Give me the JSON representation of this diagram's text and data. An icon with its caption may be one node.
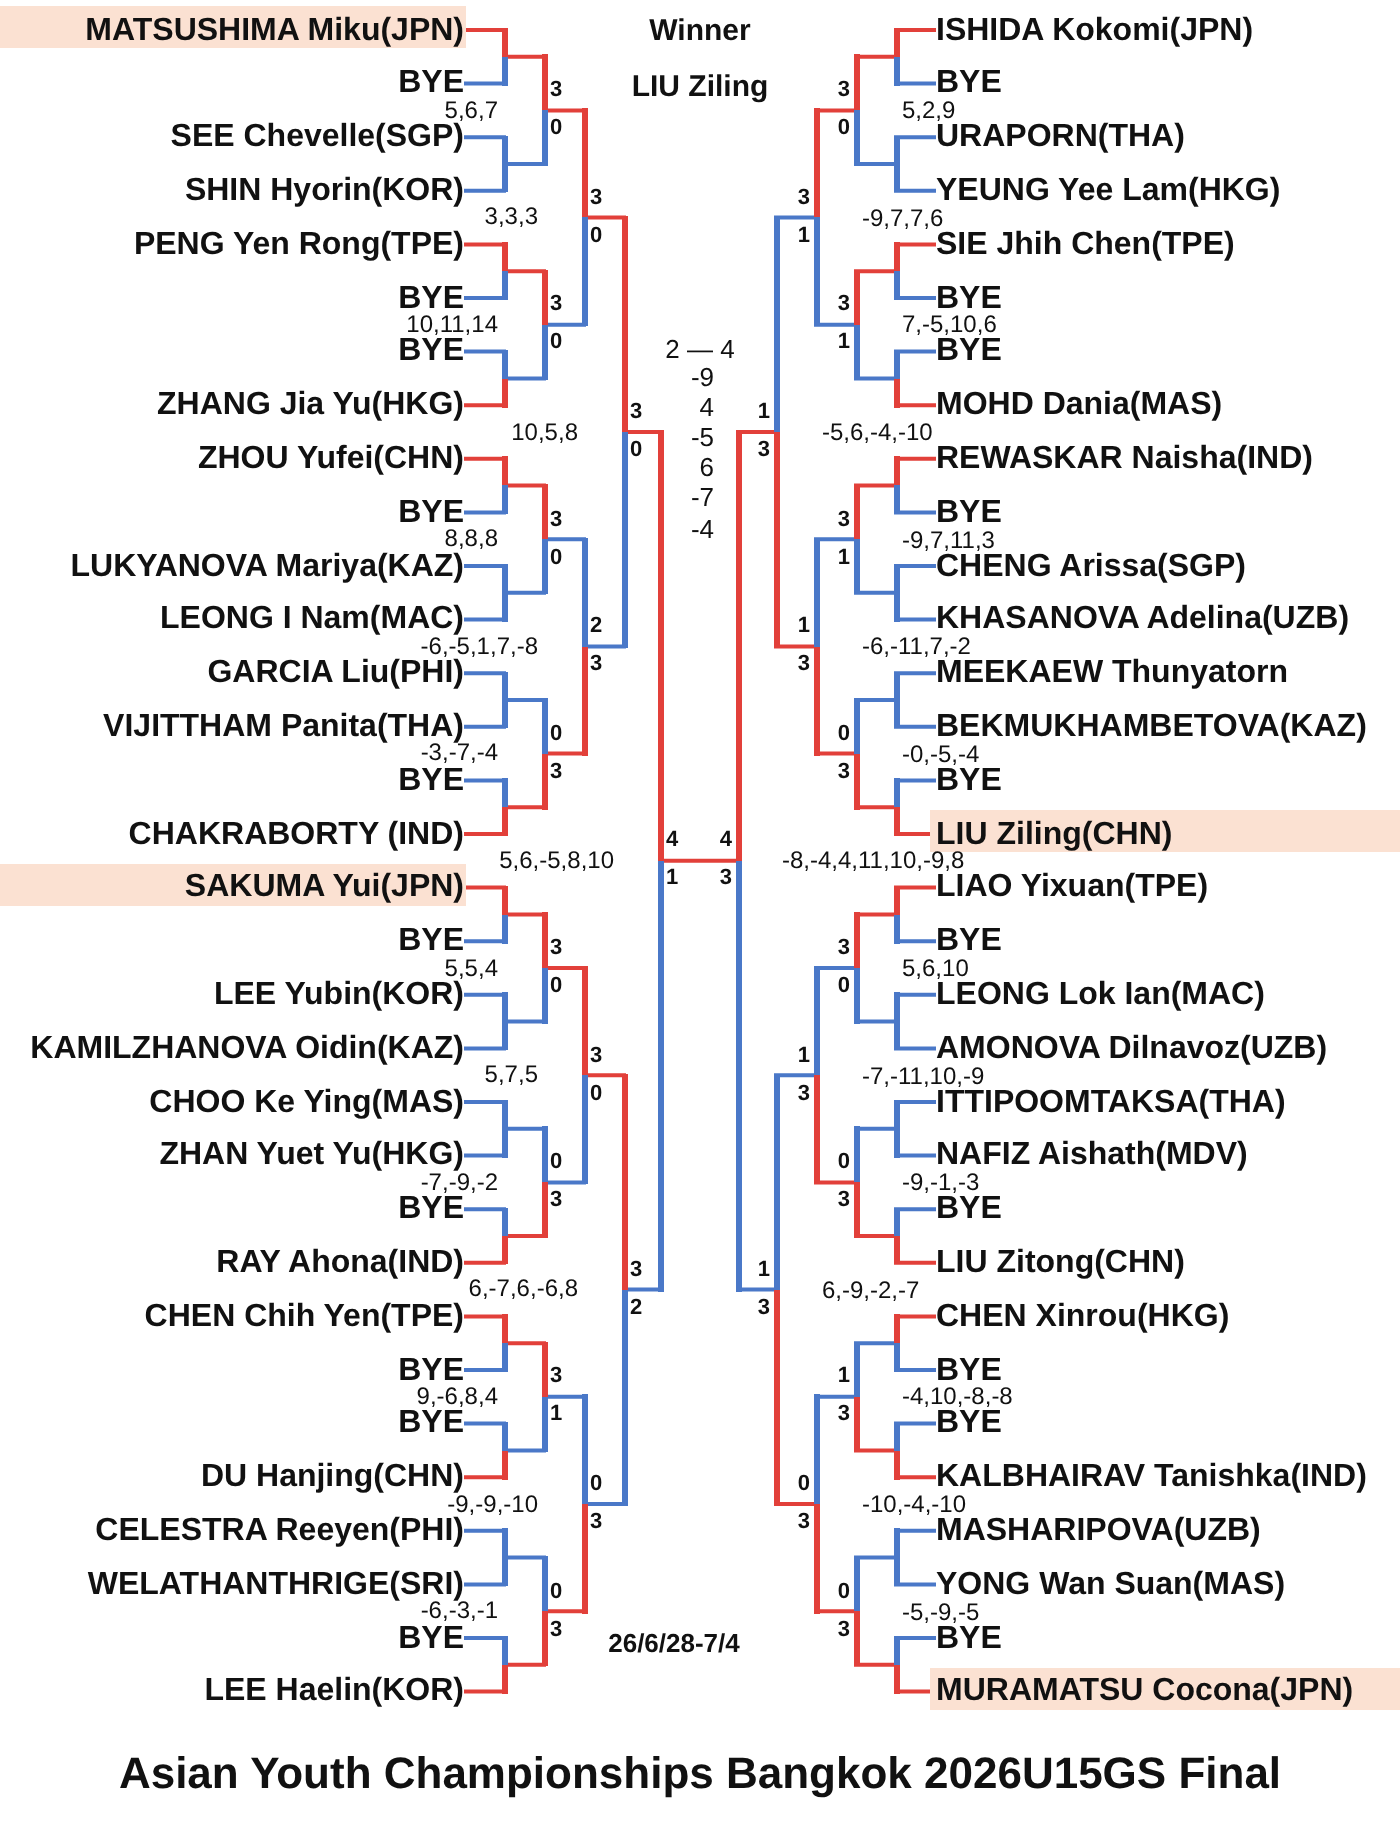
{
  "diagram": {
    "title": "Asian Youth Championships Bangkok 2026U15GS Final",
    "nodes": [
      {
        "text": [],
        "shape": "box"
      },
      {
        "text": [
          "MATSUSHIMA Miku(JPN)"
        ],
        "in": 0
      },
      {
        "text": [
          "BYE"
        ]
      },
      {
        "text": [
          "SEE Chevelle(SGP)"
        ]
      },
      {
        "text": [
          "SHIN Hyorin(KOR)"
        ]
      },
      {
        "text": [
          "PENG Yen Rong(TPE)"
        ]
      },
      {
        "text": [
          "BYE"
        ]
      },
      {
        "text": [
          "BYE"
        ]
      },
      {
        "text": [
          "ZHANG Jia Yu(HKG)"
        ]
      },
      {
        "text": [
          "ZHOU Yufei(CHN)"
        ]
      },
      {
        "text": [
          "BYE"
        ]
      },
      {
        "text": [
          "LUKYANOVA Mariya(KAZ)"
        ]
      },
      {
        "text": [
          "LEONG I Nam(MAC)"
        ]
      },
      {
        "text": [
          "GARCIA Liu(PHI)"
        ]
      },
      {
        "text": [
          "VIJITTHAM Panita(THA)"
        ]
      },
      {
        "text": [
          "BYE"
        ]
      },
      {
        "text": [
          "CHAKRABORTY (IND)"
        ]
      },
      {
        "text": [],
        "shape": "box"
      },
      {
        "text": [
          "SAKUMA Yui(JPN)"
        ],
        "in": 17
      },
      {
        "text": [
          "BYE"
        ]
      },
      {
        "text": [
          "LEE Yubin(KOR)"
        ]
      },
      {
        "text": [
          "KAMILZHANOVA Oidin(KAZ)"
        ]
      },
      {
        "text": [
          "CHOO Ke Ying(MAS)"
        ]
      },
      {
        "text": [
          "ZHAN Yuet Yu(HKG)"
        ]
      },
      {
        "text": [
          "BYE"
        ]
      },
      {
        "text": [
          "RAY Ahona(IND)"
        ]
      },
      {
        "text": [
          "CHEN Chih Yen(TPE)"
        ]
      },
      {
        "text": [
          "BYE"
        ]
      },
      {
        "text": [
          "BYE"
        ]
      },
      {
        "text": [
          "DU Hanjing(CHN)"
        ]
      },
      {
        "text": [
          "CELESTRA Reeyen(PHI)"
        ]
      },
      {
        "text": [
          "WELATHANTHRIGE(SRI)"
        ]
      },
      {
        "text": [
          "BYE"
        ]
      },
      {
        "text": [
          "LEE Haelin(KOR)"
        ]
      },
      {
        "text": [
          "ISHIDA Kokomi(JPN)"
        ]
      },
      {
        "text": [
          "BYE"
        ]
      },
      {
        "text": [
          "URAPORN(THA)"
        ]
      },
      {
        "text": [
          "YEUNG Yee Lam(HKG)"
        ]
      },
      {
        "text": [
          "SIE Jhih Chen(TPE)"
        ]
      },
      {
        "text": [
          "BYE"
        ]
      },
      {
        "text": [
          "BYE"
        ]
      },
      {
        "text": [
          "MOHD Dania(MAS)"
        ]
      },
      {
        "text": [
          "REWASKAR Naisha(IND)"
        ]
      },
      {
        "text": [
          "BYE"
        ]
      },
      {
        "text": [
          "CHENG Arissa(SGP)"
        ]
      },
      {
        "text": [
          "KHASANOVA Adelina(UZB)"
        ]
      },
      {
        "text": [
          "MEEKAEW Thunyatorn"
        ]
      },
      {
        "text": [
          "BEKMUKHAMBETOVA(KAZ)"
        ]
      },
      {
        "text": [
          "BYE"
        ]
      },
      {
        "text": [],
        "shape": "box"
      },
      {
        "text": [
          "LIU Ziling(CHN)"
        ],
        "in": 49
      },
      {
        "text": [
          "LIAO Yixuan(TPE)"
        ]
      },
      {
        "text": [
          "BYE"
        ]
      },
      {
        "text": [
          "LEONG Lok Ian(MAC)"
        ]
      },
      {
        "text": [
          "AMONOVA Dilnavoz(UZB)"
        ]
      },
      {
        "text": [
          "ITTIPOOMTAKSA(THA)"
        ]
      },
      {
        "text": [
          "NAFIZ Aishath(MDV)"
        ]
      },
      {
        "text": [
          "BYE"
        ]
      },
      {
        "text": [
          "LIU Zitong(CHN)"
        ]
      },
      {
        "text": [
          "CHEN Xinrou(HKG)"
        ]
      },
      {
        "text": [
          "BYE"
        ]
      },
      {
        "text": [
          "BYE"
        ]
      },
      {
        "text": [
          "KALBHAIRAV Tanishka(IND)"
        ]
      },
      {
        "text": [
          "MASHARIPOVA(UZB)"
        ]
      },
      {
        "text": [
          "YONG Wan Suan(MAS)"
        ]
      },
      {
        "text": [
          "BYE"
        ]
      },
      {
        "text": [],
        "shape": "box"
      },
      {
        "text": [
          "MURAMATSU Cocona(JPN)"
        ],
        "in": 66
      },
      {
        "text": [],
        "shape": "bar"
      },
      {
        "text": [],
        "shape": "bar"
      },
      {
        "text": [],
        "shape": "bar"
      },
      {
        "text": [],
        "shape": "bar"
      },
      {
        "text": [],
        "shape": "bar"
      },
      {
        "text": [],
        "shape": "bar"
      },
      {
        "text": [],
        "shape": "bar"
      },
      {
        "text": [],
        "shape": "bar"
      },
      {
        "text": [],
        "shape": "bar"
      },
      {
        "text": [],
        "shape": "bar"
      },
      {
        "text": [],
        "shape": "bar"
      },
      {
        "text": [],
        "shape": "bar"
      },
      {
        "text": [],
        "shape": "bar"
      },
      {
        "text": [],
        "shape": "bar"
      },
      {
        "text": [],
        "shape": "bar"
      },
      {
        "text": [],
        "shape": "bar"
      },
      {
        "text": [],
        "shape": "bar",
        "beside": [
          "3",
          "0"
        ]
      },
      {
        "text": [],
        "shape": "bar",
        "beside": [
          "3",
          "0"
        ]
      },
      {
        "text": [],
        "shape": "bar",
        "beside": [
          "3",
          "0"
        ]
      },
      {
        "text": [],
        "shape": "bar",
        "beside": [
          "0",
          "3"
        ]
      },
      {
        "text": [],
        "shape": "bar",
        "beside": [
          "3",
          "0"
        ]
      },
      {
        "text": [],
        "shape": "bar",
        "beside": [
          "0",
          "3"
        ]
      },
      {
        "text": [],
        "shape": "bar",
        "beside": [
          "3",
          "1"
        ]
      },
      {
        "text": [],
        "shape": "bar",
        "beside": [
          "0",
          "3"
        ]
      },
      {
        "text": [],
        "shape": "bar",
        "beside": [
          "3",
          "0"
        ]
      },
      {
        "text": [],
        "shape": "bar",
        "beside": [
          "2",
          "3"
        ]
      },
      {
        "text": [],
        "shape": "bar",
        "beside": [
          "3",
          "0"
        ]
      },
      {
        "text": [],
        "shape": "bar",
        "beside": [
          "0",
          "3"
        ]
      },
      {
        "text": [],
        "shape": "bar",
        "beside": [
          "3",
          "0"
        ]
      },
      {
        "text": [],
        "shape": "bar",
        "beside": [
          "3",
          "2"
        ]
      },
      {
        "text": [],
        "shape": "bar",
        "beside": [
          "4",
          "1"
        ]
      },
      {
        "text": [],
        "shape": "bar"
      },
      {
        "text": [],
        "shape": "bar"
      },
      {
        "text": [],
        "shape": "bar"
      },
      {
        "text": [],
        "shape": "bar"
      },
      {
        "text": [],
        "shape": "bar"
      },
      {
        "text": [],
        "shape": "bar"
      },
      {
        "text": [],
        "shape": "bar"
      },
      {
        "text": [],
        "shape": "bar"
      },
      {
        "text": [],
        "shape": "bar"
      },
      {
        "text": [],
        "shape": "bar"
      },
      {
        "text": [],
        "shape": "bar"
      },
      {
        "text": [],
        "shape": "bar"
      },
      {
        "text": [],
        "shape": "bar"
      },
      {
        "text": [],
        "shape": "bar"
      },
      {
        "text": [],
        "shape": "bar"
      },
      {
        "text": [],
        "shape": "bar"
      },
      {
        "text": [],
        "shape": "bar",
        "beside": [
          "3",
          "0"
        ]
      },
      {
        "text": [],
        "shape": "bar",
        "beside": [
          "3",
          "1"
        ]
      },
      {
        "text": [],
        "shape": "bar",
        "beside": [
          "3",
          "1"
        ]
      },
      {
        "text": [],
        "shape": "bar",
        "beside": [
          "0",
          "3"
        ]
      },
      {
        "text": [],
        "shape": "bar",
        "beside": [
          "3",
          "0"
        ]
      },
      {
        "text": [],
        "shape": "bar",
        "beside": [
          "0",
          "3"
        ]
      },
      {
        "text": [],
        "shape": "bar",
        "beside": [
          "1",
          "3"
        ]
      },
      {
        "text": [],
        "shape": "bar",
        "beside": [
          "0",
          "3"
        ]
      },
      {
        "text": [],
        "shape": "bar",
        "beside": [
          "3",
          "1"
        ]
      },
      {
        "text": [],
        "shape": "bar",
        "beside": [
          "1",
          "3"
        ]
      },
      {
        "text": [],
        "shape": "bar",
        "beside": [
          "1",
          "3"
        ]
      },
      {
        "text": [],
        "shape": "bar",
        "beside": [
          "0",
          "3"
        ]
      },
      {
        "text": [],
        "shape": "bar",
        "beside": [
          "1",
          "3"
        ]
      },
      {
        "text": [],
        "shape": "bar",
        "beside": [
          "1",
          "3"
        ]
      },
      {
        "text": [],
        "shape": "bar",
        "beside": [
          "4",
          "3"
        ]
      }
    ],
    "edges": [
      {
        "from": 1,
        "to": 68,
        "arrow": "none",
        "color": "#e2403a"
      },
      {
        "from": 2,
        "to": 68,
        "arrow": "none"
      },
      {
        "from": 3,
        "to": 69,
        "arrow": "none"
      },
      {
        "from": 4,
        "to": 69,
        "arrow": "none"
      },
      {
        "from": 5,
        "to": 70,
        "arrow": "none",
        "color": "#e2403a"
      },
      {
        "from": 6,
        "to": 70,
        "arrow": "none"
      },
      {
        "from": 7,
        "to": 71,
        "arrow": "none"
      },
      {
        "from": 8,
        "to": 71,
        "arrow": "none",
        "color": "#e2403a"
      },
      {
        "from": 9,
        "to": 72,
        "arrow": "none",
        "color": "#e2403a"
      },
      {
        "from": 10,
        "to": 72,
        "arrow": "none"
      },
      {
        "from": 11,
        "to": 73,
        "arrow": "none"
      },
      {
        "from": 12,
        "to": 73,
        "arrow": "none"
      },
      {
        "from": 13,
        "to": 74,
        "arrow": "none"
      },
      {
        "from": 14,
        "to": 74,
        "arrow": "none"
      },
      {
        "from": 15,
        "to": 75,
        "arrow": "none"
      },
      {
        "from": 16,
        "to": 75,
        "arrow": "none",
        "color": "#e2403a"
      },
      {
        "from": 18,
        "to": 76,
        "arrow": "none",
        "color": "#e2403a"
      },
      {
        "from": 19,
        "to": 76,
        "arrow": "none"
      },
      {
        "from": 20,
        "to": 77,
        "arrow": "none"
      },
      {
        "from": 21,
        "to": 77,
        "arrow": "none"
      },
      {
        "from": 22,
        "to": 78,
        "arrow": "none"
      },
      {
        "from": 23,
        "to": 78,
        "arrow": "none"
      },
      {
        "from": 24,
        "to": 79,
        "arrow": "none"
      },
      {
        "from": 25,
        "to": 79,
        "arrow": "none",
        "color": "#e2403a"
      },
      {
        "from": 26,
        "to": 80,
        "arrow": "none",
        "color": "#e2403a"
      },
      {
        "from": 27,
        "to": 80,
        "arrow": "none"
      },
      {
        "from": 28,
        "to": 81,
        "arrow": "none"
      },
      {
        "from": 29,
        "to": 81,
        "arrow": "none",
        "color": "#e2403a"
      },
      {
        "from": 30,
        "to": 82,
        "arrow": "none"
      },
      {
        "from": 31,
        "to": 82,
        "arrow": "none"
      },
      {
        "from": 32,
        "to": 83,
        "arrow": "none"
      },
      {
        "from": 33,
        "to": 83,
        "arrow": "none",
        "color": "#e2403a"
      },
      {
        "from": 68,
        "to": 84,
        "arrow": "none",
        "color": "#e2403a"
      },
      {
        "from": 69,
        "to": 84,
        "arrow": "none"
      },
      {
        "from": 70,
        "to": 85,
        "arrow": "none",
        "color": "#e2403a"
      },
      {
        "from": 71,
        "to": 85,
        "arrow": "none"
      },
      {
        "from": 72,
        "to": 86,
        "arrow": "none",
        "color": "#e2403a"
      },
      {
        "from": 73,
        "to": 86,
        "arrow": "none"
      },
      {
        "from": 74,
        "to": 87,
        "arrow": "none"
      },
      {
        "from": 75,
        "to": 87,
        "arrow": "none",
        "color": "#e2403a"
      },
      {
        "from": 76,
        "to": 88,
        "arrow": "none",
        "color": "#e2403a"
      },
      {
        "from": 77,
        "to": 88,
        "arrow": "none"
      },
      {
        "from": 78,
        "to": 89,
        "arrow": "none"
      },
      {
        "from": 79,
        "to": 89,
        "arrow": "none",
        "color": "#e2403a"
      },
      {
        "from": 80,
        "to": 90,
        "arrow": "none",
        "color": "#e2403a"
      },
      {
        "from": 81,
        "to": 90,
        "arrow": "none"
      },
      {
        "from": 82,
        "to": 91,
        "arrow": "none"
      },
      {
        "from": 83,
        "to": 91,
        "arrow": "none",
        "color": "#e2403a"
      },
      {
        "from": 84,
        "to": 92,
        "arrow": "none",
        "color": "#e2403a"
      },
      {
        "from": 85,
        "to": 92,
        "arrow": "none"
      },
      {
        "from": 86,
        "to": 93,
        "arrow": "none"
      },
      {
        "from": 87,
        "to": 93,
        "arrow": "none",
        "color": "#e2403a"
      },
      {
        "from": 88,
        "to": 94,
        "arrow": "none",
        "color": "#e2403a"
      },
      {
        "from": 89,
        "to": 94,
        "arrow": "none"
      },
      {
        "from": 90,
        "to": 95,
        "arrow": "none"
      },
      {
        "from": 91,
        "to": 95,
        "arrow": "none",
        "color": "#e2403a"
      },
      {
        "from": 92,
        "to": 96,
        "arrow": "none",
        "color": "#e2403a"
      },
      {
        "from": 93,
        "to": 96,
        "arrow": "none"
      },
      {
        "from": 94,
        "to": 97,
        "arrow": "none",
        "color": "#e2403a"
      },
      {
        "from": 95,
        "to": 97,
        "arrow": "none"
      },
      {
        "from": 96,
        "to": 98,
        "arrow": "none",
        "color": "#e2403a"
      },
      {
        "from": 97,
        "to": 98,
        "arrow": "none"
      },
      {
        "from": 34,
        "to": 99,
        "arrow": "none",
        "color": "#e2403a"
      },
      {
        "from": 35,
        "to": 99,
        "arrow": "none"
      },
      {
        "from": 36,
        "to": 100,
        "arrow": "none"
      },
      {
        "from": 37,
        "to": 100,
        "arrow": "none"
      },
      {
        "from": 38,
        "to": 101,
        "arrow": "none",
        "color": "#e2403a"
      },
      {
        "from": 39,
        "to": 101,
        "arrow": "none"
      },
      {
        "from": 40,
        "to": 102,
        "arrow": "none"
      },
      {
        "from": 41,
        "to": 102,
        "arrow": "none",
        "color": "#e2403a"
      },
      {
        "from": 42,
        "to": 103,
        "arrow": "none",
        "color": "#e2403a"
      },
      {
        "from": 43,
        "to": 103,
        "arrow": "none"
      },
      {
        "from": 44,
        "to": 104,
        "arrow": "none"
      },
      {
        "from": 45,
        "to": 104,
        "arrow": "none"
      },
      {
        "from": 46,
        "to": 105,
        "arrow": "none"
      },
      {
        "from": 47,
        "to": 105,
        "arrow": "none"
      },
      {
        "from": 48,
        "to": 106,
        "arrow": "none"
      },
      {
        "from": 50,
        "to": 106,
        "arrow": "none",
        "color": "#e2403a"
      },
      {
        "from": 51,
        "to": 107,
        "arrow": "none",
        "color": "#e2403a"
      },
      {
        "from": 52,
        "to": 107,
        "arrow": "none"
      },
      {
        "from": 53,
        "to": 108,
        "arrow": "none"
      },
      {
        "from": 54,
        "to": 108,
        "arrow": "none"
      },
      {
        "from": 55,
        "to": 109,
        "arrow": "none"
      },
      {
        "from": 56,
        "to": 109,
        "arrow": "none"
      },
      {
        "from": 57,
        "to": 110,
        "arrow": "none"
      },
      {
        "from": 58,
        "to": 110,
        "arrow": "none",
        "color": "#e2403a"
      },
      {
        "from": 59,
        "to": 111,
        "arrow": "none",
        "color": "#e2403a"
      },
      {
        "from": 60,
        "to": 111,
        "arrow": "none"
      },
      {
        "from": 61,
        "to": 112,
        "arrow": "none"
      },
      {
        "from": 62,
        "to": 112,
        "arrow": "none",
        "color": "#e2403a"
      },
      {
        "from": 63,
        "to": 113,
        "arrow": "none"
      },
      {
        "from": 64,
        "to": 113,
        "arrow": "none"
      },
      {
        "from": 65,
        "to": 114,
        "arrow": "none"
      },
      {
        "from": 67,
        "to": 114,
        "arrow": "none",
        "color": "#e2403a"
      },
      {
        "from": 99,
        "to": 115,
        "arrow": "none",
        "color": "#e2403a"
      },
      {
        "from": 100,
        "to": 115,
        "arrow": "none"
      },
      {
        "from": 101,
        "to": 116,
        "arrow": "none",
        "color": "#e2403a"
      },
      {
        "from": 102,
        "to": 116,
        "arrow": "none"
      },
      {
        "from": 103,
        "to": 117,
        "arrow": "none",
        "color": "#e2403a"
      },
      {
        "from": 104,
        "to": 117,
        "arrow": "none"
      },
      {
        "from": 105,
        "to": 118,
        "arrow": "none"
      },
      {
        "from": 106,
        "to": 118,
        "arrow": "none",
        "color": "#e2403a"
      },
      {
        "from": 107,
        "to": 119,
        "arrow": "none",
        "color": "#e2403a"
      },
      {
        "from": 108,
        "to": 119,
        "arrow": "none"
      },
      {
        "from": 109,
        "to": 120,
        "arrow": "none"
      },
      {
        "from": 110,
        "to": 120,
        "arrow": "none",
        "color": "#e2403a"
      },
      {
        "from": 111,
        "to": 121,
        "arrow": "none"
      },
      {
        "from": 112,
        "to": 121,
        "arrow": "none",
        "color": "#e2403a"
      },
      {
        "from": 113,
        "to": 122,
        "arrow": "none"
      },
      {
        "from": 114,
        "to": 122,
        "arrow": "none",
        "color": "#e2403a"
      },
      {
        "from": 115,
        "to": 123,
        "arrow": "none",
        "color": "#e2403a"
      },
      {
        "from": 116,
        "to": 123,
        "arrow": "none"
      },
      {
        "from": 117,
        "to": 124,
        "arrow": "none"
      },
      {
        "from": 118,
        "to": 124,
        "arrow": "none",
        "color": "#e2403a"
      },
      {
        "from": 119,
        "to": 125,
        "arrow": "none"
      },
      {
        "from": 120,
        "to": 125,
        "arrow": "none",
        "color": "#e2403a"
      },
      {
        "from": 121,
        "to": 126,
        "arrow": "none"
      },
      {
        "from": 122,
        "to": 126,
        "arrow": "none",
        "color": "#e2403a"
      },
      {
        "from": 123,
        "to": 127,
        "arrow": "none"
      },
      {
        "from": 124,
        "to": 127,
        "arrow": "none",
        "color": "#e2403a"
      },
      {
        "from": 125,
        "to": 128,
        "arrow": "none"
      },
      {
        "from": 126,
        "to": 128,
        "arrow": "none",
        "color": "#e2403a"
      },
      {
        "from": 127,
        "to": 129,
        "arrow": "none",
        "color": "#e2403a"
      },
      {
        "from": 128,
        "to": 129,
        "arrow": "none"
      },
      {
        "from": 98,
        "to": 129,
        "arrow": "none",
        "color": "#e2403a"
      }
    ],
    "labels": [
      "Winner",
      "LIU Ziling",
      "2 — 4",
      "-9",
      "4",
      "-5",
      "6",
      "-7",
      "-4",
      "5,6,7",
      "3,3,3",
      "10,11,14",
      "10,5,8",
      "8,8,8",
      "-6,-5,1,7,-8",
      "-3,-7,-4",
      "5,6,-5,8,10",
      "5,5,4",
      "5,7,5",
      "-7,-9,-2",
      "6,-7,6,-6,8",
      "9,-6,8,4",
      "-9,-9,-10",
      "-6,-3,-1",
      "5,2,9",
      "-9,7,7,6",
      "7,-5,10,6",
      "-5,6,-4,-10",
      "-9,7,11,3",
      "-6,-11,7,-2",
      "-0,-5,-4",
      "-8,-4,4,11,10,-9,8",
      "5,6,10",
      "-7,-11,10,-9",
      "-9,-1,-3",
      "6,-9,-2,-7",
      "-4,10,-8,-8",
      "-10,-4,-10",
      "-5,-9,-5",
      "26/6/28-7/4"
    ]
  }
}
